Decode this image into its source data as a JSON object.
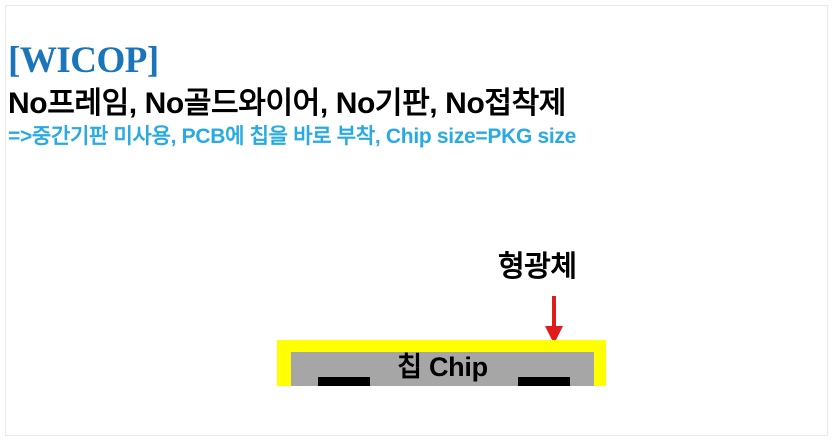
{
  "slide": {
    "title": "[WICOP]",
    "line_no_items": "No프레임, No골드와이어, No기판, No접착제",
    "line_detail": "=>중간기판 미사용, PCB에 칩을 바로 부착, Chip size=PKG size"
  },
  "diagram": {
    "phosphor_label": "형광체",
    "chip_label": "칩 Chip",
    "arrow_direction": "down",
    "parts": [
      {
        "name": "phosphor-layer",
        "label": "형광체",
        "color": "#ffff00"
      },
      {
        "name": "chip-body",
        "label": "칩 Chip",
        "color": "#a6a6a6"
      },
      {
        "name": "electrode-pad-left",
        "label": "",
        "color": "#000000"
      },
      {
        "name": "electrode-pad-right",
        "label": "",
        "color": "#000000"
      }
    ]
  },
  "colors": {
    "title_blue": "#1a75ba",
    "detail_blue": "#29abe2",
    "phosphor_yellow": "#ffff00",
    "chip_gray": "#a6a6a6",
    "arrow_red": "#e01b1b",
    "text_black": "#000000",
    "background": "#ffffff",
    "frame_border": "#e9e9e9"
  }
}
